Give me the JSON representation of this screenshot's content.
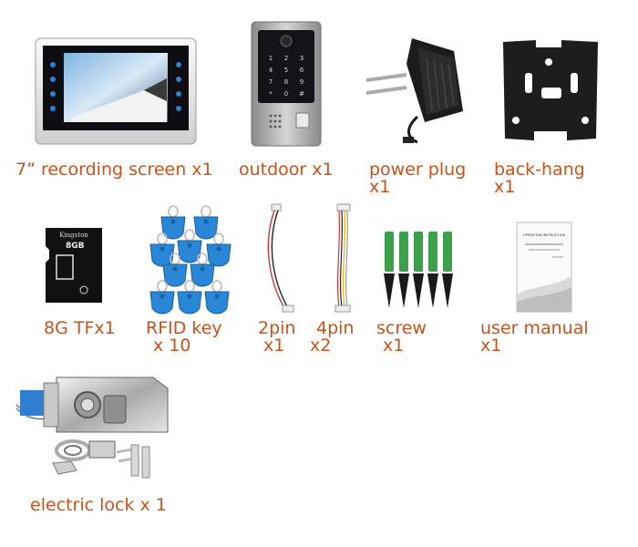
{
  "colors": {
    "label": "#c4541b",
    "background": "#ffffff"
  },
  "items": [
    {
      "label": "7” recording screen x1",
      "icon": "indoor-monitor"
    },
    {
      "label": "outdoor x1",
      "icon": "outdoor-keypad-unit"
    },
    {
      "label": "power plug",
      "qty": "x1",
      "icon": "power-adapter"
    },
    {
      "label": "back-hang",
      "qty": "x1",
      "icon": "wall-bracket"
    },
    {
      "label": "8G TFx1",
      "icon": "sd-card"
    },
    {
      "label": "RFID key",
      "qty": "x 10",
      "icon": "rfid-keyfob"
    },
    {
      "label": "2pin",
      "qty": "x1",
      "icon": "2pin-cable"
    },
    {
      "label": "4pin",
      "qty": "x2",
      "icon": "4pin-cable"
    },
    {
      "label": "screw",
      "qty": "x1",
      "icon": "screw-set"
    },
    {
      "label": "user manual",
      "qty": "x1",
      "icon": "manual-booklet"
    },
    {
      "label": "electric lock x 1",
      "icon": "electric-lock"
    }
  ],
  "card": {
    "brand": "Kingston",
    "capacity": "8GB",
    "type": "micro SD"
  },
  "manual": {
    "title": "OPERATION INSTRUCTION"
  }
}
